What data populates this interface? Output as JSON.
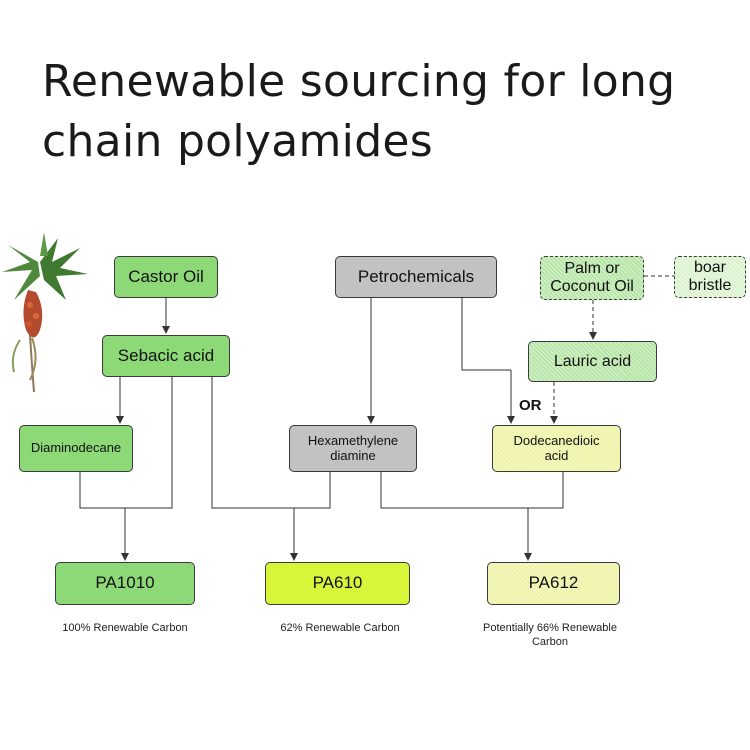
{
  "title": "Renewable sourcing for long chain polyamides",
  "nodes": {
    "castor_oil": "Castor Oil",
    "petrochemicals": "Petrochemicals",
    "palm_or_coconut_line1": "Palm or",
    "palm_or_coconut_line2": "Coconut Oil",
    "boar_bristle_line1": "boar",
    "boar_bristle_line2": "bristle",
    "sebacic_acid": "Sebacic acid",
    "lauric_acid": "Lauric acid",
    "diaminodecane": "Diaminodecane",
    "hexamethylene_line1": "Hexamethylene",
    "hexamethylene_line2": "diamine",
    "dodecanedioic_line1": "Dodecanedioic",
    "dodecanedioic_line2": "acid",
    "pa1010": "PA1010",
    "pa610": "PA610",
    "pa612": "PA612"
  },
  "or_label": "OR",
  "captions": {
    "pa1010": "100% Renewable Carbon",
    "pa610": "62% Renewable Carbon",
    "pa612_line1": "Potentially 66% Renewable",
    "pa612_line2": "Carbon"
  },
  "colors": {
    "green": "#8ed977",
    "gray": "#c2c2c2",
    "lime": "#d8f53a",
    "pale_yellow": "#eef3a6",
    "light_green": "#d9f3cf"
  }
}
